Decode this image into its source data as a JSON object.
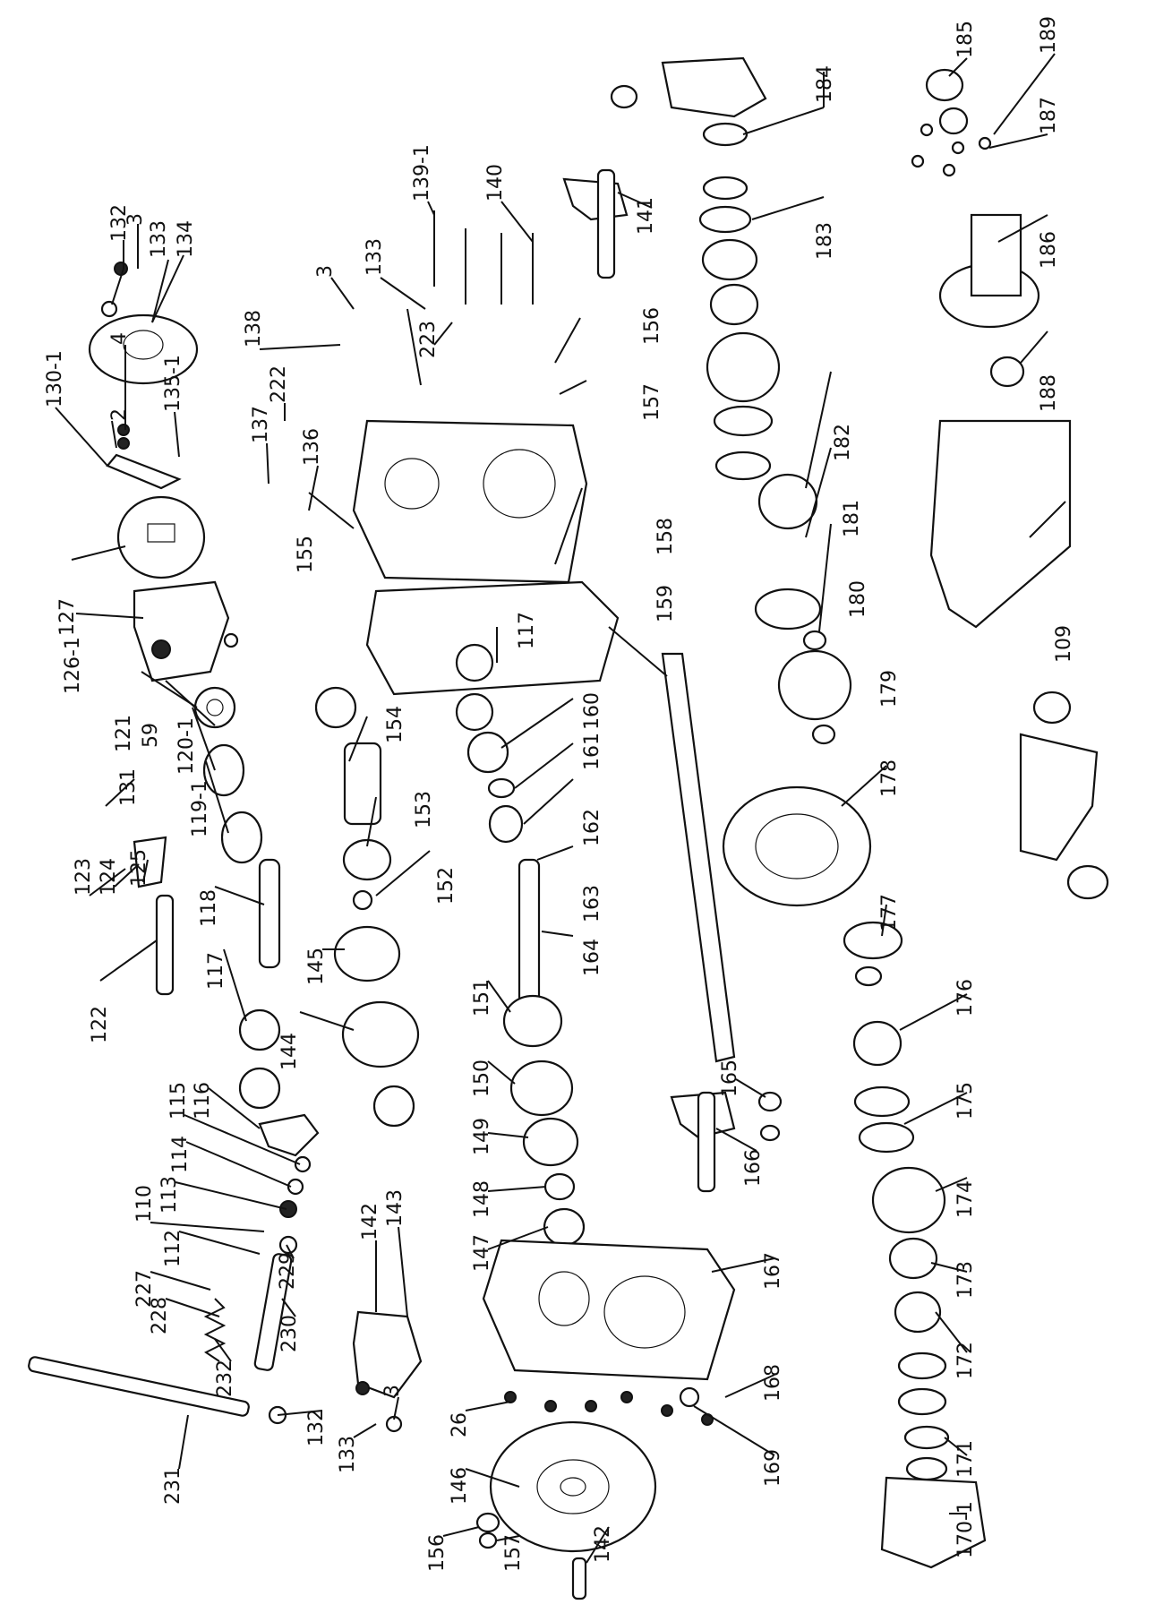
{
  "labels": {
    "l132a": "132",
    "l3a": "3",
    "l133a": "133",
    "l134": "134",
    "l4": "4",
    "l2": "2",
    "l130_1": "130-1",
    "l135_1": "135-1",
    "l138": "138",
    "l3b": "3",
    "l222": "222",
    "l137": "137",
    "l136": "136",
    "l133b": "133",
    "l139_1": "139-1",
    "l140": "140",
    "l223": "223",
    "l141": "141",
    "l156a": "156",
    "l157a": "157",
    "l184": "184",
    "l183": "183",
    "l182": "182",
    "l181": "181",
    "l180": "180",
    "l179": "179",
    "l185": "185",
    "l189": "189",
    "l187": "187",
    "l186": "186",
    "l188": "188",
    "l109": "109",
    "l127": "127",
    "l126_1": "126-1",
    "l155": "155",
    "l158": "158",
    "l117a": "117",
    "l159": "159",
    "l121": "121",
    "l59": "59",
    "l120_1": "120-1",
    "l119_1": "119-1",
    "l131": "131",
    "l154": "154",
    "l153": "153",
    "l152": "152",
    "l160": "160",
    "l161": "161",
    "l162": "162",
    "l163": "163",
    "l164": "164",
    "l123": "123",
    "l124": "124",
    "l125": "125",
    "l118": "118",
    "l122": "122",
    "l117b": "117",
    "l145": "145",
    "l144": "144",
    "l151": "151",
    "l150": "150",
    "l149": "149",
    "l148": "148",
    "l147": "147",
    "l178": "178",
    "l177": "177",
    "l176": "176",
    "l175": "175",
    "l174": "174",
    "l173": "173",
    "l172": "172",
    "l171": "171",
    "l170_1": "170-1",
    "l165": "165",
    "l166": "166",
    "l167": "167",
    "l168": "168",
    "l169": "169",
    "l116": "116",
    "l115": "115",
    "l114": "114",
    "l113": "113",
    "l110": "110",
    "l112": "112",
    "l229": "229",
    "l227": "227",
    "l228": "228",
    "l230": "230",
    "l142a": "142",
    "l143": "143",
    "l232": "232",
    "l231": "231",
    "l132b": "132",
    "l133c": "133",
    "l3c": "3",
    "l26": "26",
    "l146": "146",
    "l156b": "156",
    "l157b": "157",
    "l142b": "142"
  }
}
